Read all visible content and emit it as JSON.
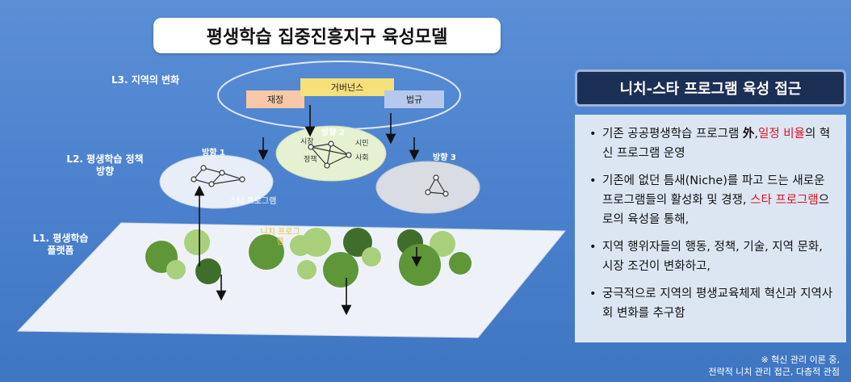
{
  "title": "평생학습 집중진흥지구 육성모델",
  "levels": {
    "l3": "L3. 지역의 변화",
    "l2_line1": "L2. 평생학습 정책",
    "l2_line2": "방향",
    "l1_line1": "L1. 평생학습",
    "l1_line2": "플랫폼"
  },
  "l3_boxes": {
    "finance": "재정",
    "governance": "거버넌스",
    "regulation": "법규"
  },
  "directions": {
    "d1": "방향 1",
    "d2": "방향 2",
    "d3": "방향 3"
  },
  "direction2_words": [
    "시장",
    "정책",
    "시민",
    "사회"
  ],
  "star_program": "스타 프로그램",
  "niche_program_line1": "니치 프로그",
  "niche_program_line2": "램",
  "right_header": "니치-스타 프로그램 육성 접근",
  "bullets": [
    {
      "parts": [
        {
          "t": "기존 공공평생학습 프로그램 ",
          "c": ""
        },
        {
          "t": "外",
          "c": "b"
        },
        {
          "t": ",",
          "c": ""
        },
        {
          "t": "일정 비율",
          "c": "red"
        },
        {
          "t": "의 혁신 프로그램 운영",
          "c": ""
        }
      ]
    },
    {
      "parts": [
        {
          "t": "기존에 없던 틈새(Niche)를 파고 드는 새로운 프로그램들의 활성화 및 경쟁, ",
          "c": ""
        },
        {
          "t": "스타 프로그램",
          "c": "red"
        },
        {
          "t": "으로의 육성을 통해,",
          "c": ""
        }
      ]
    },
    {
      "parts": [
        {
          "t": "지역 행위자들의 행동, 정책, 기술, 지역 문화, 시장 조건이 변화하고,",
          "c": ""
        }
      ]
    },
    {
      "parts": [
        {
          "t": "궁극적으로 지역의 평생교육체제 혁신과 지역사회 변화를 추구함",
          "c": ""
        }
      ]
    }
  ],
  "footnote_line1": "※ 혁신 관리 이론 중,",
  "footnote_line2": "전략적 니치 관리 접근, 다층적 관점",
  "colors": {
    "background": "#4a80cc",
    "header_dark": "#1c2f55",
    "accent_red": "#d12",
    "circle_dark": "#3f6e2a",
    "circle_mid": "#5e9638",
    "circle_light": "#a8d07a"
  }
}
